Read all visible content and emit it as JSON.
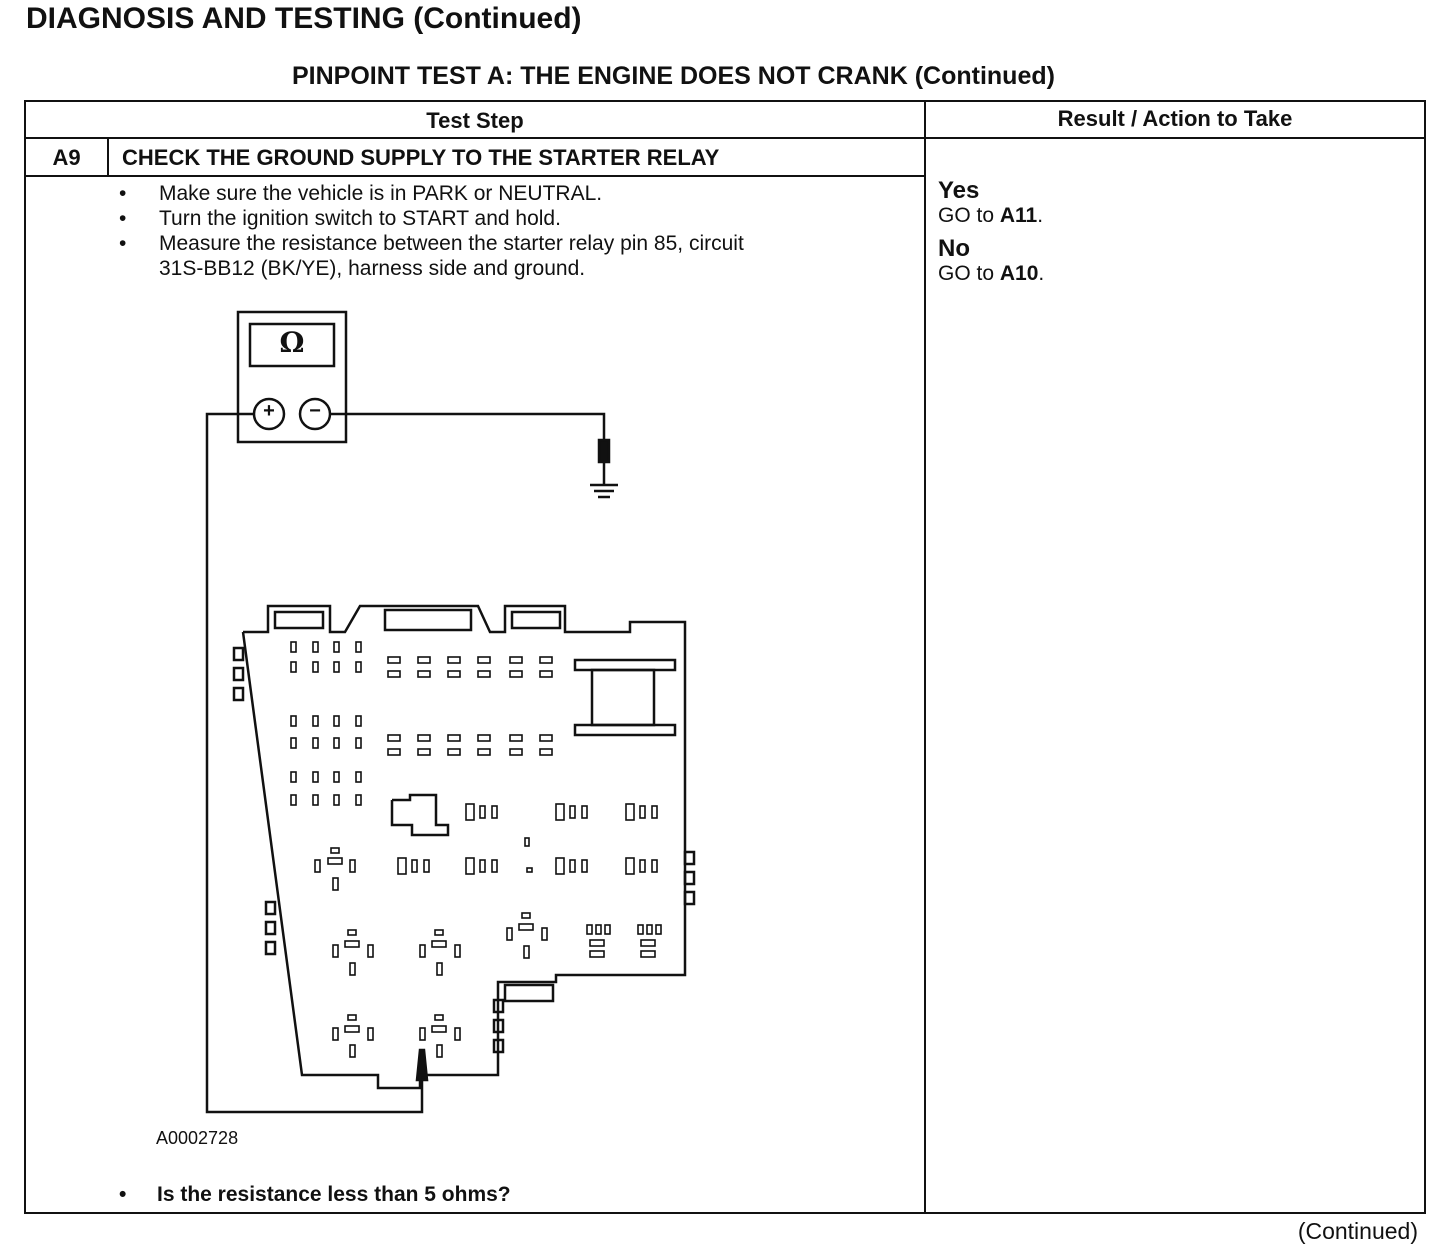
{
  "page_title": "DIAGNOSIS AND TESTING (Continued)",
  "test_title": "PINPOINT TEST  A: THE ENGINE DOES NOT CRANK (Continued)",
  "table": {
    "col_test_step": "Test Step",
    "col_result": "Result / Action to Take",
    "step_id": "A9",
    "step_title": "CHECK THE GROUND SUPPLY TO THE STARTER RELAY",
    "instructions": [
      "Make sure the vehicle is in PARK or NEUTRAL.",
      "Turn the ignition switch to START and hold.",
      "Measure the resistance between the starter relay pin 85, circuit",
      "31S-BB12 (BK/YE), harness side and ground."
    ],
    "question": "Is the resistance less than 5 ohms?",
    "results": [
      {
        "answer": "Yes",
        "action_prefix": "GO to ",
        "action_target": "A11",
        "action_suffix": "."
      },
      {
        "answer": "No",
        "action_prefix": "GO to ",
        "action_target": "A10",
        "action_suffix": "."
      }
    ]
  },
  "figure": {
    "meter_symbol": "Ω",
    "plus_symbol": "+",
    "minus_symbol": "−",
    "figure_id": "A0002728"
  },
  "footer": {
    "continued": "(Continued)"
  }
}
